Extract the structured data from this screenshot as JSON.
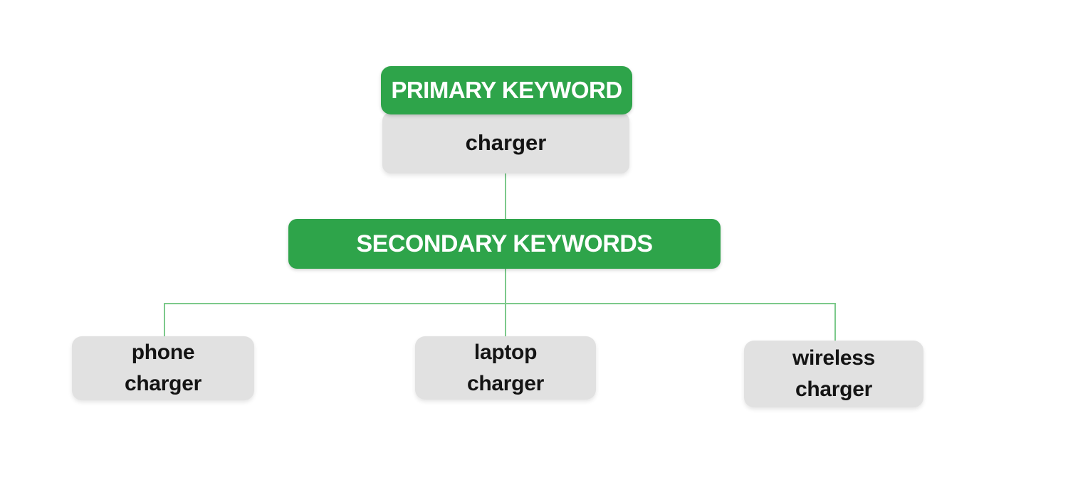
{
  "colors": {
    "green": "#2ea44a",
    "gray": "#e1e1e1",
    "line": "#7cc98b",
    "text_dark": "#141414",
    "text_light": "#ffffff"
  },
  "diagram": {
    "primary": {
      "label": "PRIMARY KEYWORD",
      "value": "charger"
    },
    "secondary": {
      "label": "SECONDARY KEYWORDS"
    },
    "leaves": [
      {
        "name": "phone charger",
        "lines": [
          "phone",
          "charger"
        ]
      },
      {
        "name": "laptop charger",
        "lines": [
          "laptop",
          "charger"
        ]
      },
      {
        "name": "wireless charger",
        "lines": [
          "wireless",
          "charger"
        ]
      }
    ]
  }
}
